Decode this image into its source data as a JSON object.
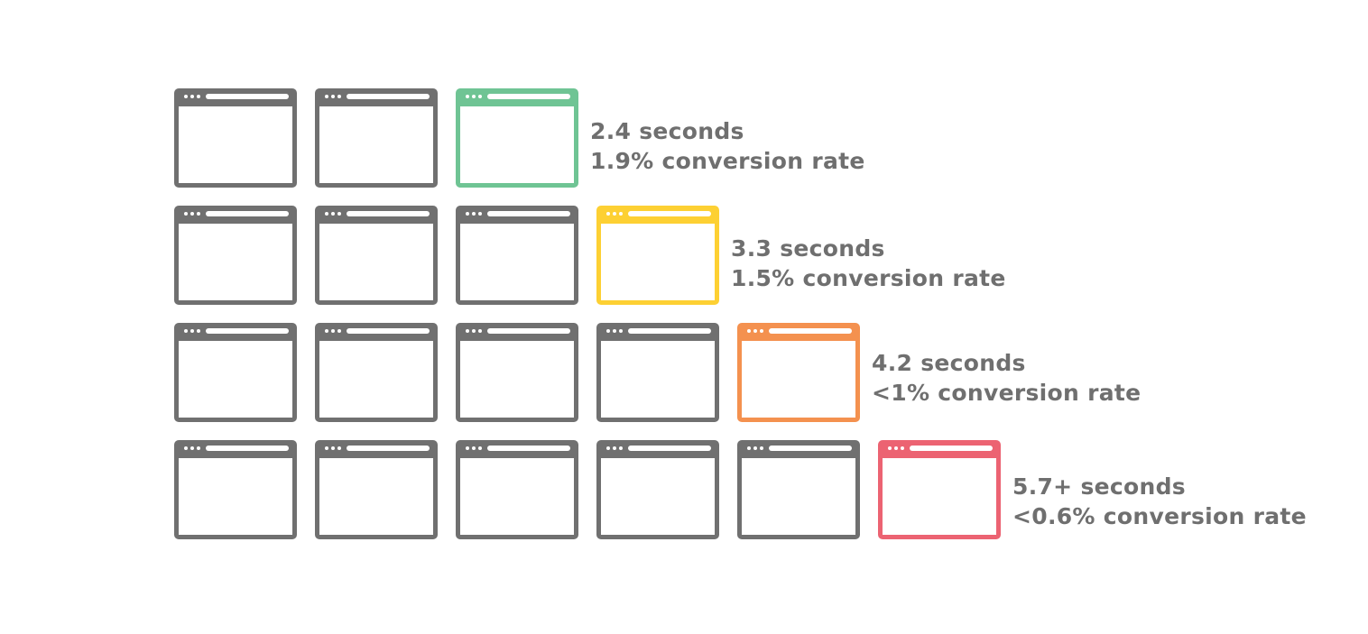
{
  "rows": [
    {
      "gray_count": 2,
      "color": "#6fc494",
      "seconds": "2.4 seconds",
      "conversion": "1.9% conversion rate"
    },
    {
      "gray_count": 3,
      "color": "#fdd033",
      "seconds": "3.3 seconds",
      "conversion": "1.5% conversion rate"
    },
    {
      "gray_count": 4,
      "color": "#f4914f",
      "seconds": "4.2 seconds",
      "conversion": "<1% conversion rate"
    },
    {
      "gray_count": 5,
      "color": "#ec6372",
      "seconds": "5.7+ seconds",
      "conversion": "<0.6% conversion rate"
    }
  ],
  "gray_color": "#707070"
}
